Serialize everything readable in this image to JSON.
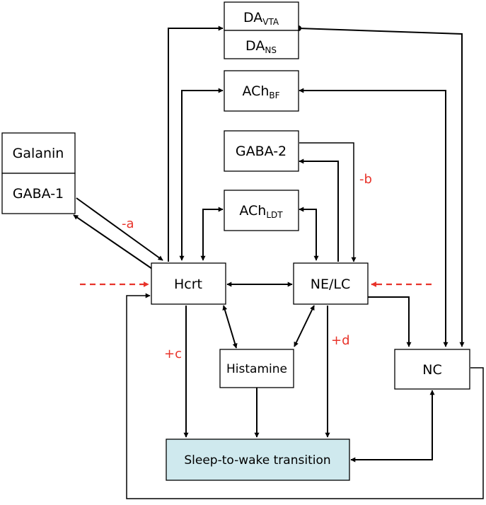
{
  "nodes": {
    "da_vta": {
      "main": "DA",
      "sub": "VTA"
    },
    "da_ns": {
      "main": "DA",
      "sub": "NS"
    },
    "ach_bf": {
      "main": "ACh",
      "sub": "BF"
    },
    "gaba2": {
      "label": "GABA-2"
    },
    "ach_ldt": {
      "main": "ACh",
      "sub": "LDT"
    },
    "galanin": {
      "label": "Galanin"
    },
    "gaba1": {
      "label": "GABA-1"
    },
    "hcrt": {
      "label": "Hcrt"
    },
    "ne_lc": {
      "label": "NE/LC"
    },
    "histamine": {
      "label": "Histamine"
    },
    "nc": {
      "label": "NC"
    },
    "sleep_wake": {
      "label": "Sleep-to-wake transition"
    }
  },
  "edge_labels": {
    "a": "-a",
    "b": "-b",
    "c": "+c",
    "d": "+d"
  },
  "colors": {
    "node_stroke": "#000000",
    "sleep_fill": "#cfe9ee",
    "accent_red": "#e8332a"
  }
}
